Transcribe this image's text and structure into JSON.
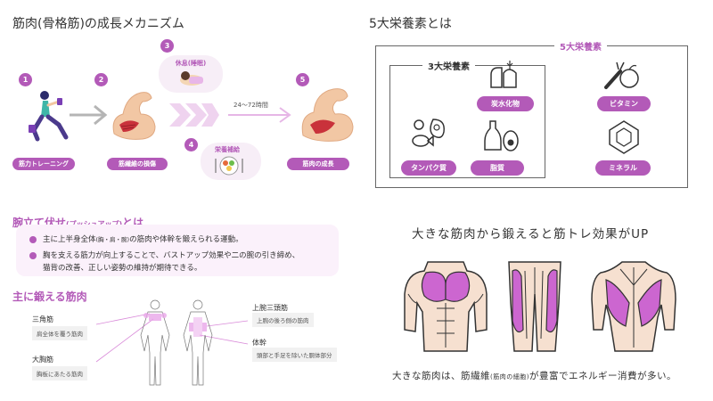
{
  "growth": {
    "title": "筋肉(骨格筋)の成長メカニズム",
    "steps": [
      {
        "num": "1",
        "label": "筋力トレーニング"
      },
      {
        "num": "2",
        "label": "筋繊維の損傷"
      },
      {
        "num": "3",
        "label": "休息(睡眠)"
      },
      {
        "num": "4",
        "label": "栄養補給"
      },
      {
        "num": "5",
        "label": "筋肉の成長"
      }
    ],
    "duration": "24〜72時間"
  },
  "nutrients": {
    "title": "5大栄養素とは",
    "five_label": "5大栄養素",
    "three_label": "3大栄養素",
    "items": {
      "carb": "炭水化物",
      "protein": "タンパク質",
      "fat": "脂質",
      "vitamin": "ビタミン",
      "mineral": "ミネラル"
    }
  },
  "pushup": {
    "title_main": "腕立て伏せ",
    "title_sub": "(プッシュアップ)",
    "title_end": "とは",
    "bullet1_a": "主に上半身全体",
    "bullet1_small": "(胸・肩・腕)",
    "bullet1_b": "の筋肉や体幹を鍛えられる運動。",
    "bullet2_line1": "胸を支える筋力が向上することで、バストアップ効果や二の腕の引き締め、",
    "bullet2_line2": "猫背の改善、正しい姿勢の維持が期待できる。"
  },
  "muscles": {
    "title": "主に鍛える筋肉",
    "deltoid": {
      "name": "三角筋",
      "desc": "肩全体を覆う筋肉"
    },
    "pectoral": {
      "name": "大胸筋",
      "desc": "胸板にあたる筋肉"
    },
    "triceps": {
      "name": "上腕三頭筋",
      "desc": "上腕の後ろ側の筋肉"
    },
    "trunk": {
      "name": "体幹",
      "desc": "頭部と手足を除いた胴体部分"
    }
  },
  "bigmuscle": {
    "heading": "大きな筋肉から鍛えると筋トレ効果がUP",
    "footer_a": "大きな筋肉は、筋繊維",
    "footer_small": "(筋肉の細胞)",
    "footer_b": "が豊富でエネルギー消費が多い。"
  },
  "colors": {
    "accent": "#b35ab8",
    "muscle_fill": "#cc66d0",
    "skin": "#f6e0d0",
    "outline": "#333333"
  }
}
